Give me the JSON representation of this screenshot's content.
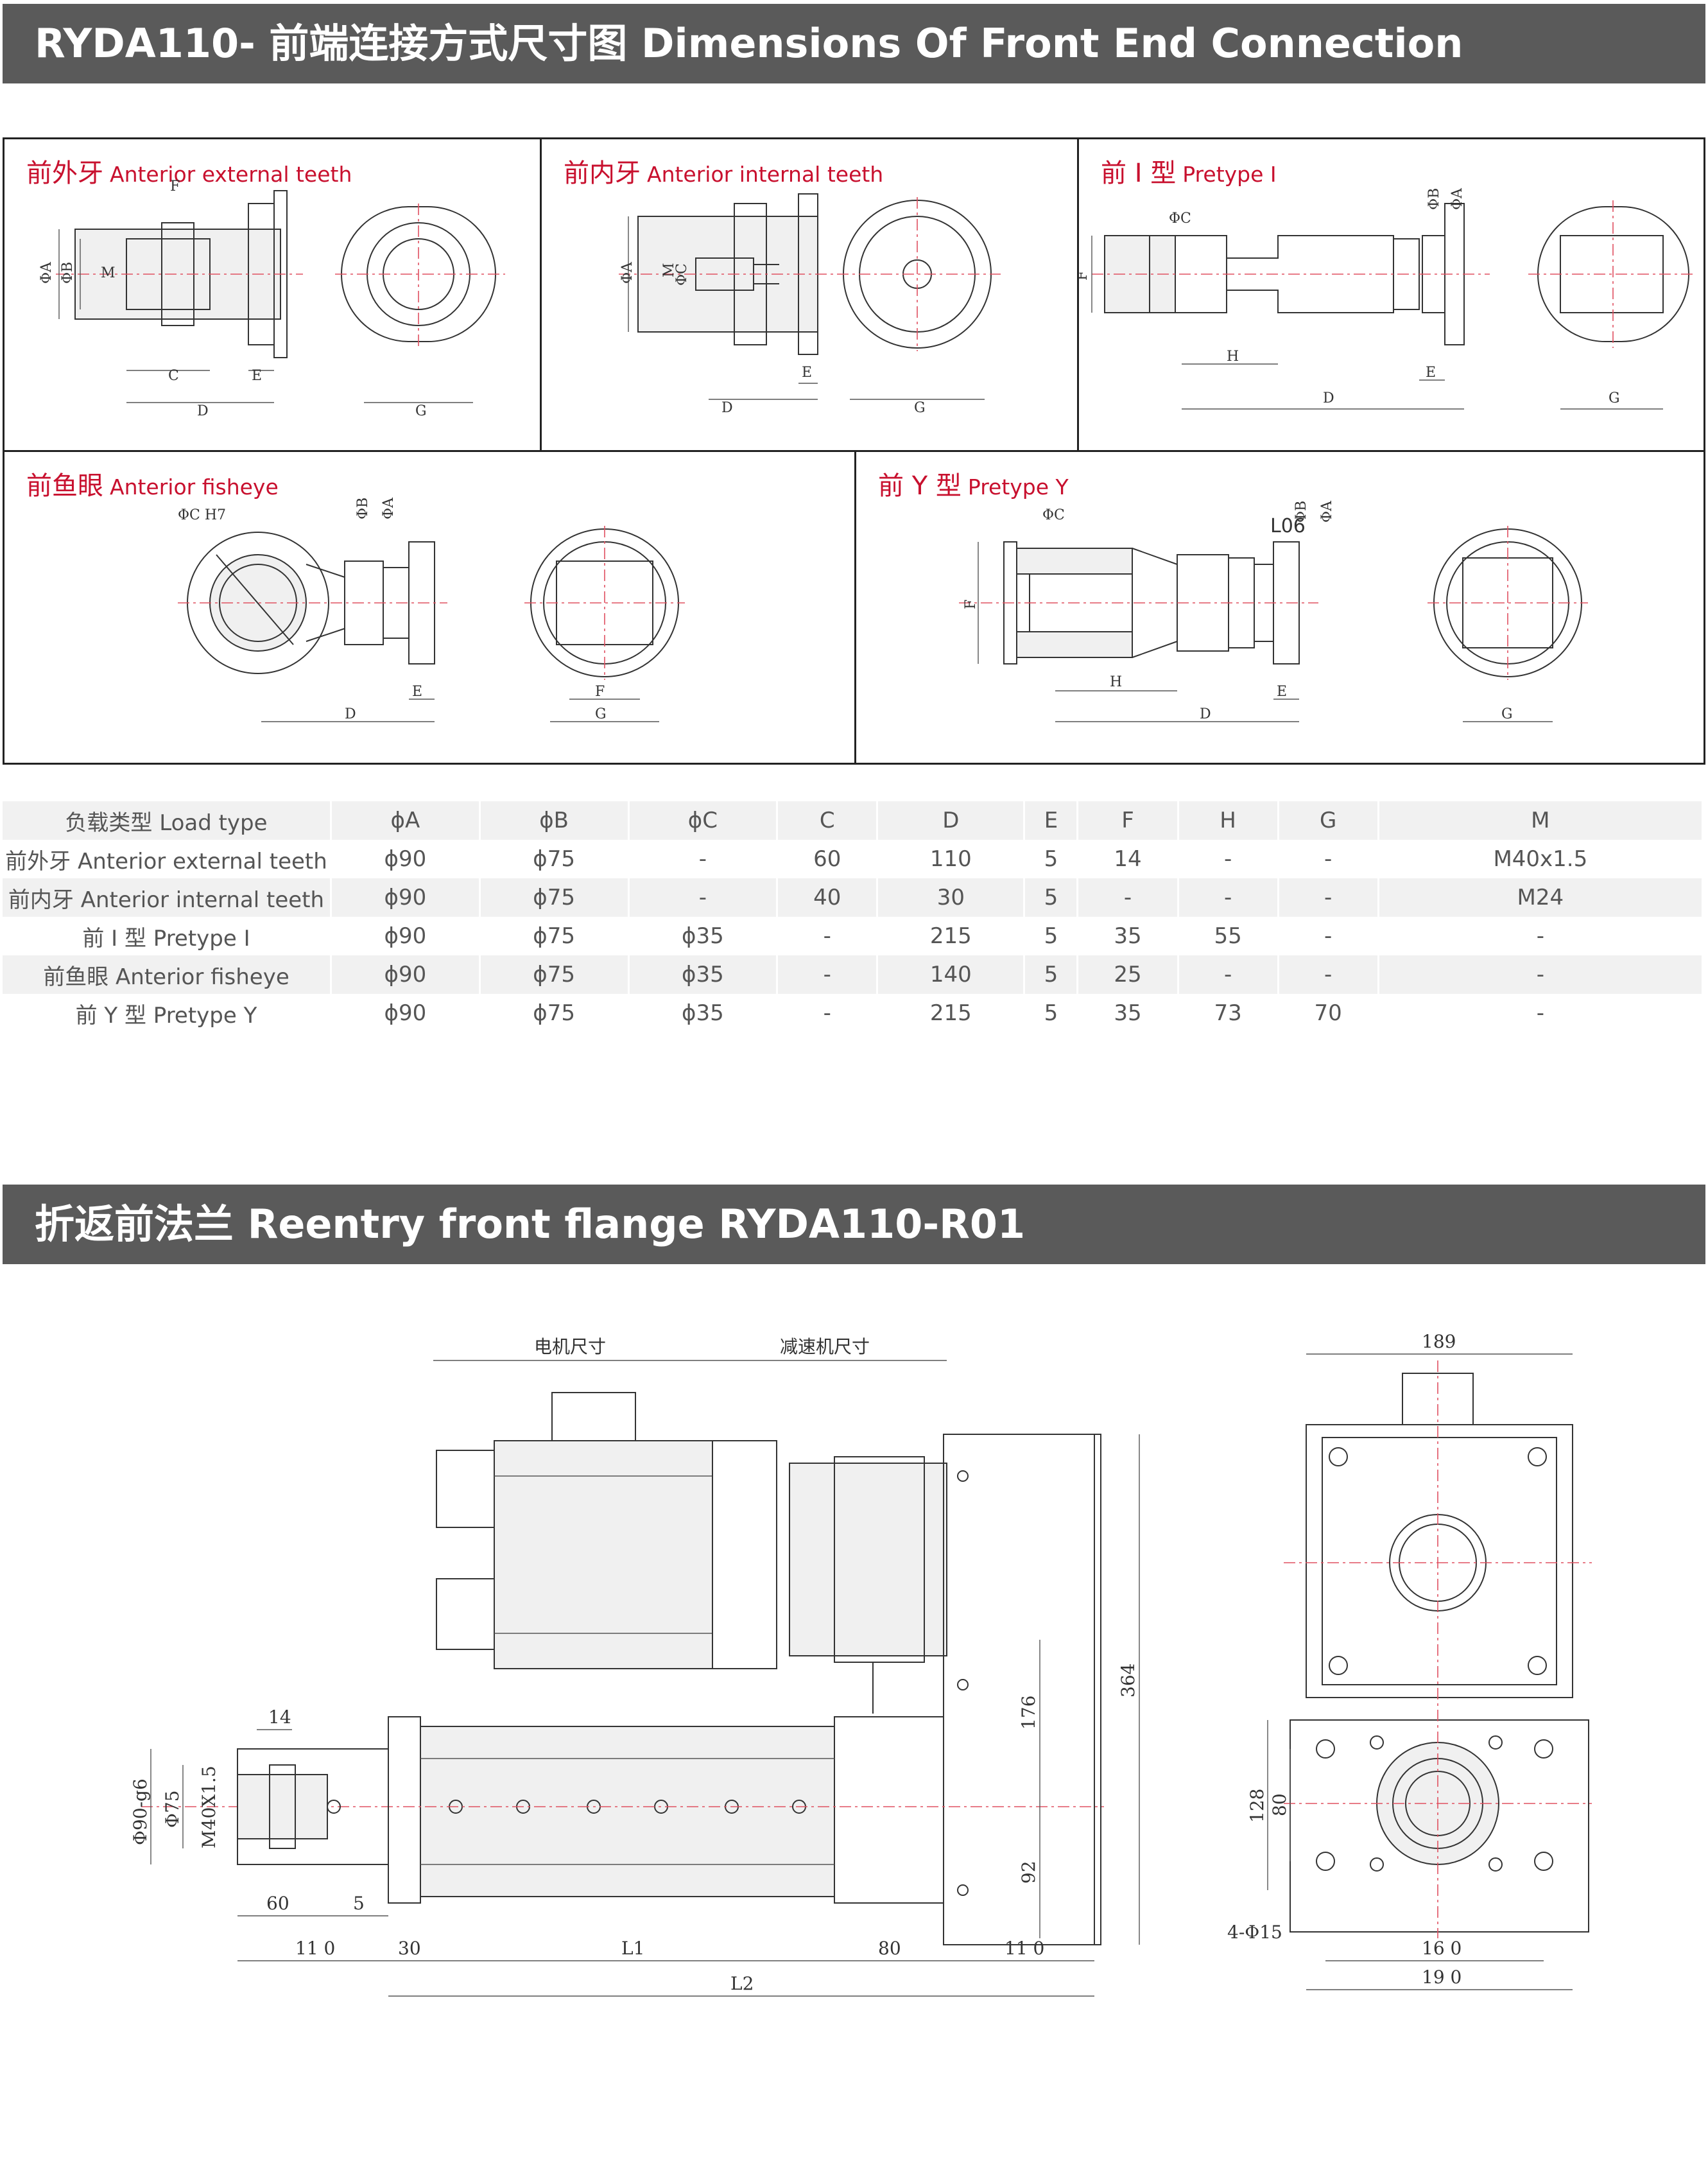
{
  "section1_title": "RYDA110- 前端连接方式尺寸图 Dimensions Of Front End Connection",
  "section2_title": "折返前法兰 Reentry front flange RYDA110-R01",
  "panels": [
    {
      "cn": "前外牙",
      "en": "Anterior external teeth",
      "labels": [
        "F",
        "ΦA",
        "ΦB",
        "M",
        "C",
        "E",
        "D",
        "G"
      ]
    },
    {
      "cn": "前内牙",
      "en": "Anterior internal teeth",
      "labels": [
        "ΦA",
        "M",
        "ΦC",
        "E",
        "D",
        "G"
      ]
    },
    {
      "cn": "前 I 型",
      "en": "Pretype I",
      "labels": [
        "ΦC",
        "ΦB",
        "ΦA",
        "F",
        "H",
        "E",
        "D",
        "G"
      ]
    },
    {
      "cn": "前鱼眼",
      "en": "Anterior fisheye",
      "labels": [
        "ΦC H7",
        "ΦB",
        "ΦA",
        "E",
        "D",
        "F",
        "G"
      ]
    },
    {
      "cn": "前 Y 型",
      "en": "Pretype Y",
      "labels": [
        "ΦC",
        "L06",
        "ΦB",
        "ΦA",
        "F",
        "H",
        "E",
        "D",
        "G"
      ]
    }
  ],
  "table": {
    "headers": [
      "负载类型 Load type",
      "ϕA",
      "ϕB",
      "ϕC",
      "C",
      "D",
      "E",
      "F",
      "H",
      "G",
      "M"
    ],
    "rows": [
      [
        "前外牙 Anterior external teeth",
        "ϕ90",
        "ϕ75",
        "-",
        "60",
        "110",
        "5",
        "14",
        "-",
        "-",
        "M40x1.5"
      ],
      [
        "前内牙 Anterior internal teeth",
        "ϕ90",
        "ϕ75",
        "-",
        "40",
        "30",
        "5",
        "-",
        "-",
        "-",
        "M24"
      ],
      [
        "前 I 型 Pretype I",
        "ϕ90",
        "ϕ75",
        "ϕ35",
        "-",
        "215",
        "5",
        "35",
        "55",
        "-",
        "-"
      ],
      [
        "前鱼眼 Anterior fisheye",
        "ϕ90",
        "ϕ75",
        "ϕ35",
        "-",
        "140",
        "5",
        "25",
        "-",
        "-",
        "-"
      ],
      [
        "前 Y 型 Pretype Y",
        "ϕ90",
        "ϕ75",
        "ϕ35",
        "-",
        "215",
        "5",
        "35",
        "73",
        "70",
        "-"
      ]
    ]
  },
  "drawing2_labels": {
    "motor": "电机尺寸",
    "reducer": "减速机尺寸",
    "d14": "14",
    "phi90": "Φ90-g6",
    "phi75": "Φ75",
    "m40": "M40X1.5",
    "d60": "60",
    "d5": "5",
    "d110a": "11 0",
    "d30": "30",
    "L1": "L1",
    "d80": "80",
    "d110b": "11 0",
    "L2": "L2",
    "d176": "176",
    "d364": "364",
    "d92": "92",
    "d189": "189",
    "d128": "128",
    "d80b": "80",
    "holes": "4-Φ15",
    "d160": "16 0",
    "d190": "19 0"
  }
}
